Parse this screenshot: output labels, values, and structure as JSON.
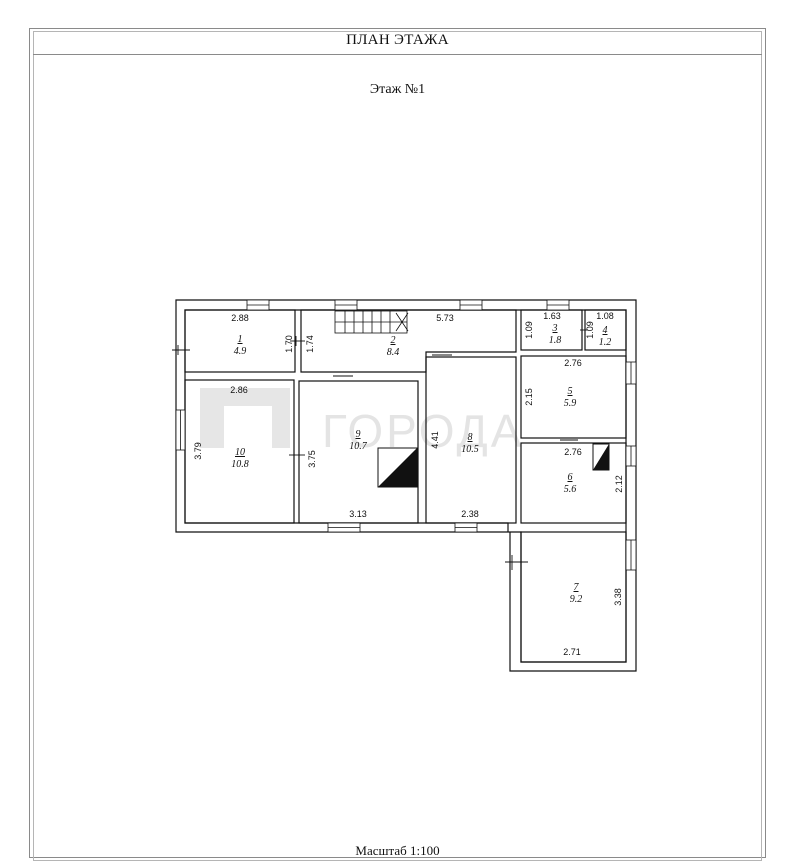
{
  "document": {
    "title": "ПЛАН ЭТАЖА",
    "floor_label": "Этаж №1",
    "scale_label": "Масштаб 1:100"
  },
  "watermark": {
    "text": "ГОРОДА"
  },
  "rooms": [
    {
      "number": "1",
      "area": "4.9"
    },
    {
      "number": "2",
      "area": "8.4"
    },
    {
      "number": "3",
      "area": "1.8"
    },
    {
      "number": "4",
      "area": "1.2"
    },
    {
      "number": "5",
      "area": "5.9"
    },
    {
      "number": "6",
      "area": "5.6"
    },
    {
      "number": "7",
      "area": "9.2"
    },
    {
      "number": "8",
      "area": "10.5"
    },
    {
      "number": "9",
      "area": "10.7"
    },
    {
      "number": "10",
      "area": "10.8"
    }
  ],
  "dimensions": [
    "2.88",
    "1.70",
    "1.74",
    "5.73",
    "1.09",
    "1.63",
    "1.09",
    "1.08",
    "2.86",
    "3.79",
    "3.75",
    "3.13",
    "4.41",
    "2.38",
    "2.76",
    "2.15",
    "2.76",
    "2.12",
    "3.38",
    "2.71"
  ]
}
